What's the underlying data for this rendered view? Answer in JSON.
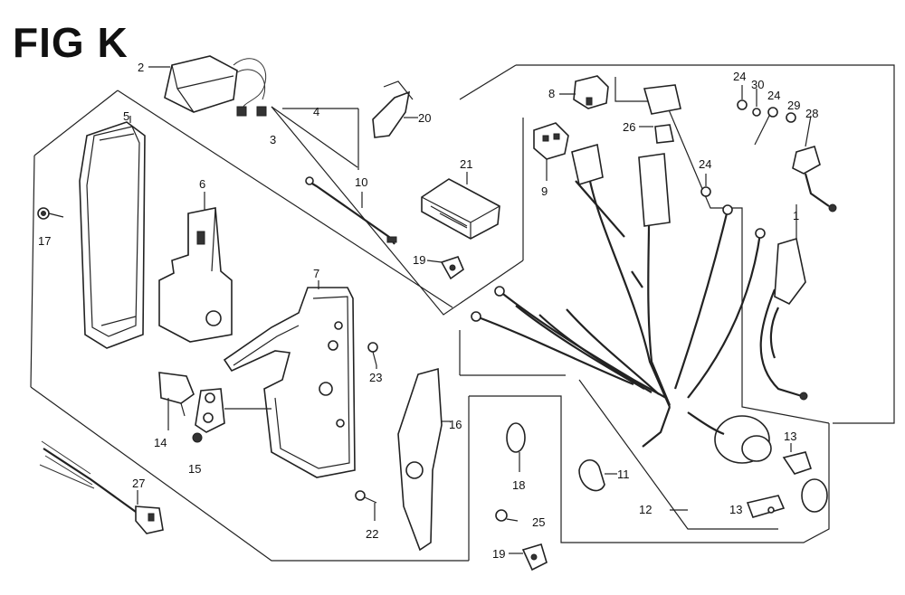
{
  "figure": {
    "title": "FIG K"
  },
  "callouts": {
    "c1": "1",
    "c2": "2",
    "c3": "3",
    "c4": "4",
    "c5": "5",
    "c6": "6",
    "c7": "7",
    "c8": "8",
    "c9": "9",
    "c10": "10",
    "c11": "11",
    "c12": "12",
    "c13a": "13",
    "c13b": "13",
    "c14": "14",
    "c15": "15",
    "c16": "16",
    "c17": "17",
    "c18": "18",
    "c19a": "19",
    "c19b": "19",
    "c20": "20",
    "c21": "21",
    "c22": "22",
    "c23": "23",
    "c24a": "24",
    "c24b": "24",
    "c24c": "24",
    "c25": "25",
    "c26": "26",
    "c27": "27",
    "c28": "28",
    "c29": "29",
    "c30": "30"
  }
}
